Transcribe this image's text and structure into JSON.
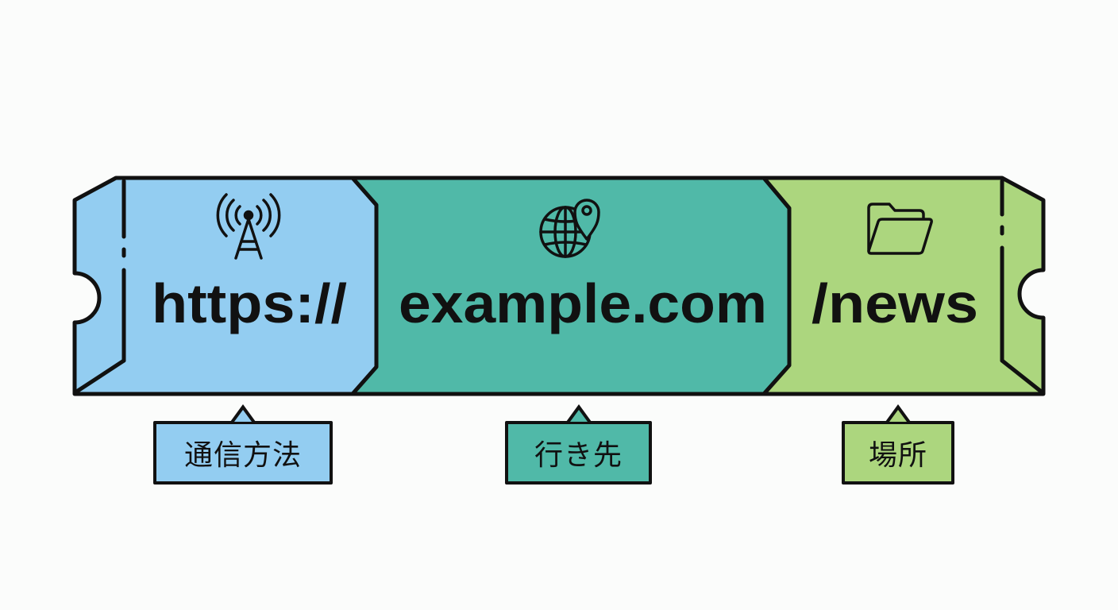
{
  "colors": {
    "protocol": "#93cdf1",
    "domain": "#50b9a8",
    "path": "#acd67e",
    "outline": "#111111",
    "background": "#fbfcfb"
  },
  "url_parts": {
    "protocol": "https://",
    "domain": "example.com",
    "path": "/news"
  },
  "icons": {
    "protocol": "antenna-tower-icon",
    "domain": "globe-pin-icon",
    "path": "folder-icon"
  },
  "labels": {
    "protocol": "通信方法",
    "domain": "行き先",
    "path": "場所"
  }
}
